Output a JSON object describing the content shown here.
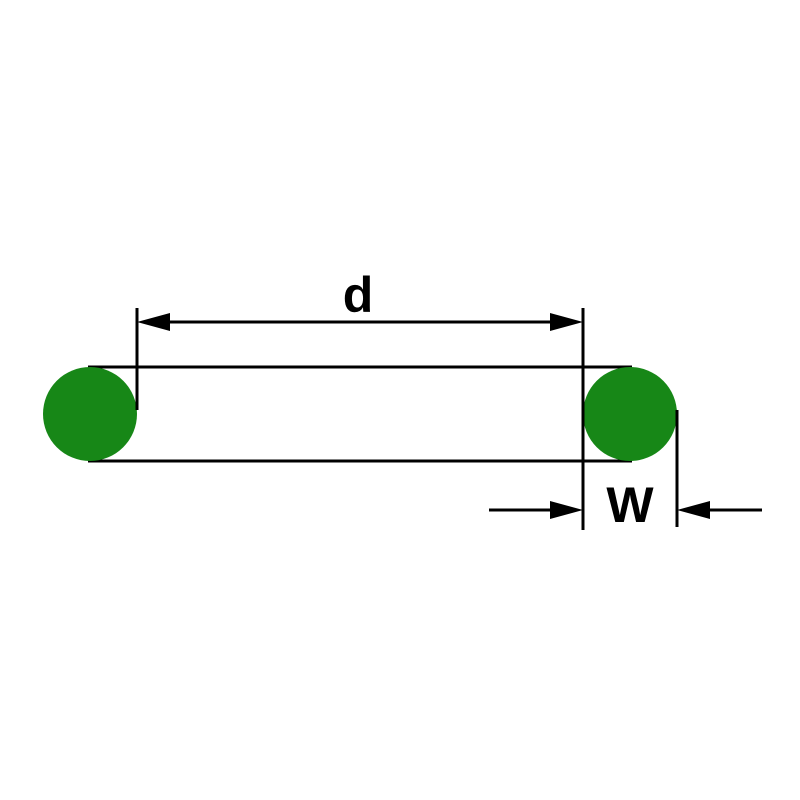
{
  "diagram": {
    "type": "technical-dimension-drawing",
    "subject": "o-ring side profile with dimension callouts",
    "labels": {
      "inner_diameter": "d",
      "cross_section_width": "W"
    },
    "colors": {
      "ring_fill": "#178717",
      "line": "#000000",
      "background": "#ffffff"
    }
  }
}
